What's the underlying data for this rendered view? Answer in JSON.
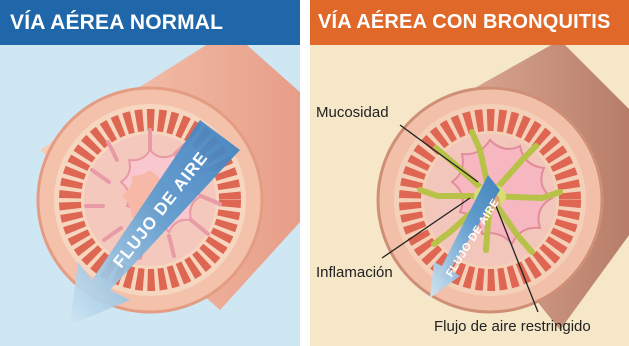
{
  "left_panel": {
    "title": "VÍA AÉREA NORMAL",
    "arrow_label": "FLUJO DE AIRE"
  },
  "right_panel": {
    "title": "VÍA AÉREA CON BRONQUITIS",
    "arrow_label": "FLUJO DE AIRE",
    "labels": {
      "mucus": "Mucosidad",
      "inflammation": "Inflamación",
      "restricted_flow": "Flujo de aire restringido"
    }
  },
  "colors": {
    "left_header": "#1f67a8",
    "right_header": "#e0692a",
    "left_background": "#cfe6f3",
    "right_background": "#f5e7c8",
    "tube_wall": "#f2b8a0",
    "muscle_cells": "#d9533f",
    "mucosa": "#f7c3c9",
    "mucus": "#b8c248"
  }
}
